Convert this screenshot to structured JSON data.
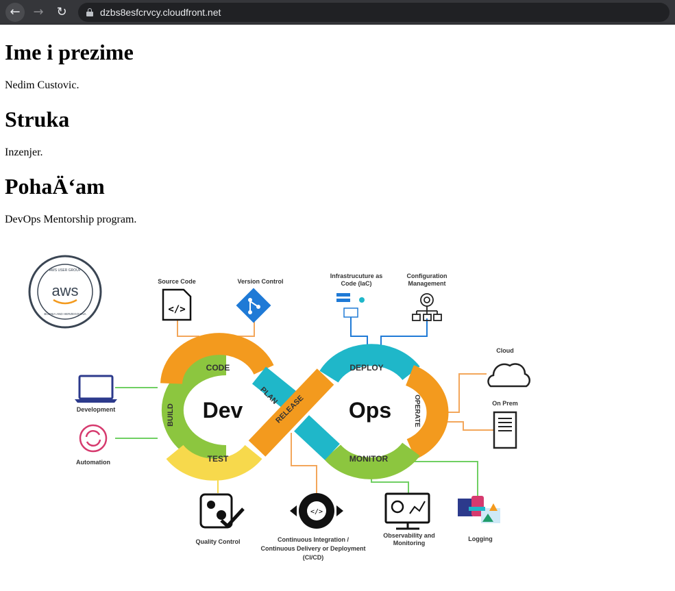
{
  "browser": {
    "url": "dzbs8esfcrvcy.cloudfront.net"
  },
  "page": {
    "sections": [
      {
        "heading": "Ime i prezime",
        "text": "Nedim Custovic."
      },
      {
        "heading": "Struka",
        "text": "Inzenjer."
      },
      {
        "heading": "PohaÄ‘am",
        "text": "DevOps Mentorship program."
      }
    ]
  },
  "diagram": {
    "badge": {
      "top_text": "AWS USER GROUP",
      "logo": "aws",
      "bottom_text": "BOSNIA AND HERZEGOVINA"
    },
    "center": {
      "dev": "Dev",
      "ops": "Ops"
    },
    "segments": {
      "code": "CODE",
      "plan": "PLAN",
      "build": "BUILD",
      "test": "TEST",
      "release": "RELEASE",
      "deploy": "DEPLOY",
      "operate": "OPERATE",
      "monitor": "MONITOR"
    },
    "labels": {
      "source_code": "Source Code",
      "version_control": "Version Control",
      "iac_line1": "Infrastrucuture as",
      "iac_line2": "Code (IaC)",
      "config_line1": "Configuration",
      "config_line2": "Management",
      "cloud": "Cloud",
      "on_prem": "On Prem",
      "development": "Development",
      "automation": "Automation",
      "quality_control": "Quality Control",
      "cicd_line1": "Continuous Integration /",
      "cicd_line2": "Continuous Delivery or Deployment",
      "cicd_line3": "(CI/CD)",
      "observability_line1": "Observability and",
      "observability_line2": "Monitoring",
      "logging": "Logging"
    },
    "colors": {
      "orange": "#f39a1e",
      "teal": "#1fb7c9",
      "green": "#8cc63f",
      "yellow": "#f7d94c",
      "blue": "#1f7ad6",
      "line_orange": "#f3a65a",
      "line_green": "#6fcf62"
    }
  }
}
